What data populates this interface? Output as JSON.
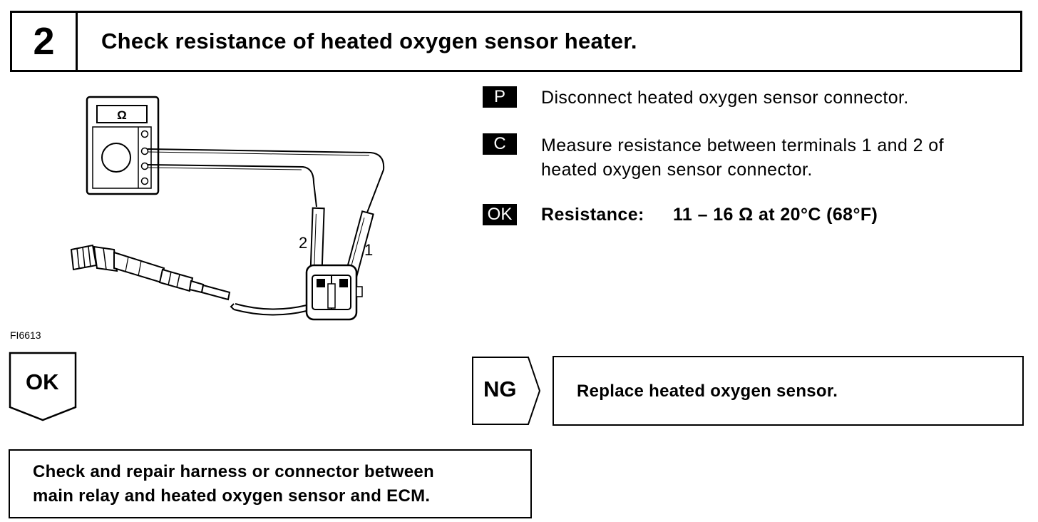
{
  "header": {
    "step_number": "2",
    "title": "Check resistance of heated oxygen sensor heater."
  },
  "figure": {
    "code": "FI6613",
    "meter_symbol": "Ω",
    "terminal_label_2": "2",
    "terminal_label_1": "1"
  },
  "instructions": [
    {
      "badge": "P",
      "text": "Disconnect heated oxygen sensor connector."
    },
    {
      "badge": "C",
      "line1": "Measure resistance between terminals 1 and 2 of",
      "line2": "heated oxygen sensor connector."
    },
    {
      "badge": "OK",
      "label": "Resistance:",
      "value": "11 – 16 Ω at 20°C (68°F)"
    }
  ],
  "ok_branch": {
    "label": "OK",
    "line1": "Check and repair harness or connector between",
    "line2": "main relay and heated oxygen sensor and ECM."
  },
  "ng_branch": {
    "label": "NG",
    "action": "Replace heated oxygen sensor."
  }
}
